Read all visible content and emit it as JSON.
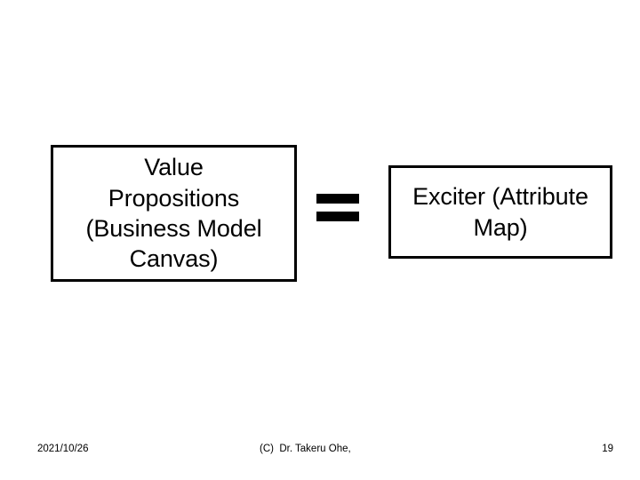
{
  "slide": {
    "page_number": "19",
    "background_color": "#ffffff",
    "ink_color": "#000000"
  },
  "diagram": {
    "type": "equivalence-relation",
    "left_box": {
      "label": "Value\nPropositions\n(Business Model\nCanvas)",
      "lines": [
        "Value",
        "Propositions",
        "(Business Model",
        "Canvas)"
      ],
      "border_color": "#000000",
      "fill_color": "#ffffff"
    },
    "relation": {
      "symbol": "=",
      "icon": "equals-icon",
      "color": "#000000"
    },
    "right_box": {
      "label": "Exciter (Attribute\nMap)",
      "lines": [
        "Exciter (Attribute",
        "Map)"
      ],
      "border_color": "#000000",
      "fill_color": "#ffffff"
    }
  },
  "footer": {
    "date": "2021/10/26",
    "copyright": "(C)  Dr. Takeru Ohe,",
    "page_number": "19"
  }
}
